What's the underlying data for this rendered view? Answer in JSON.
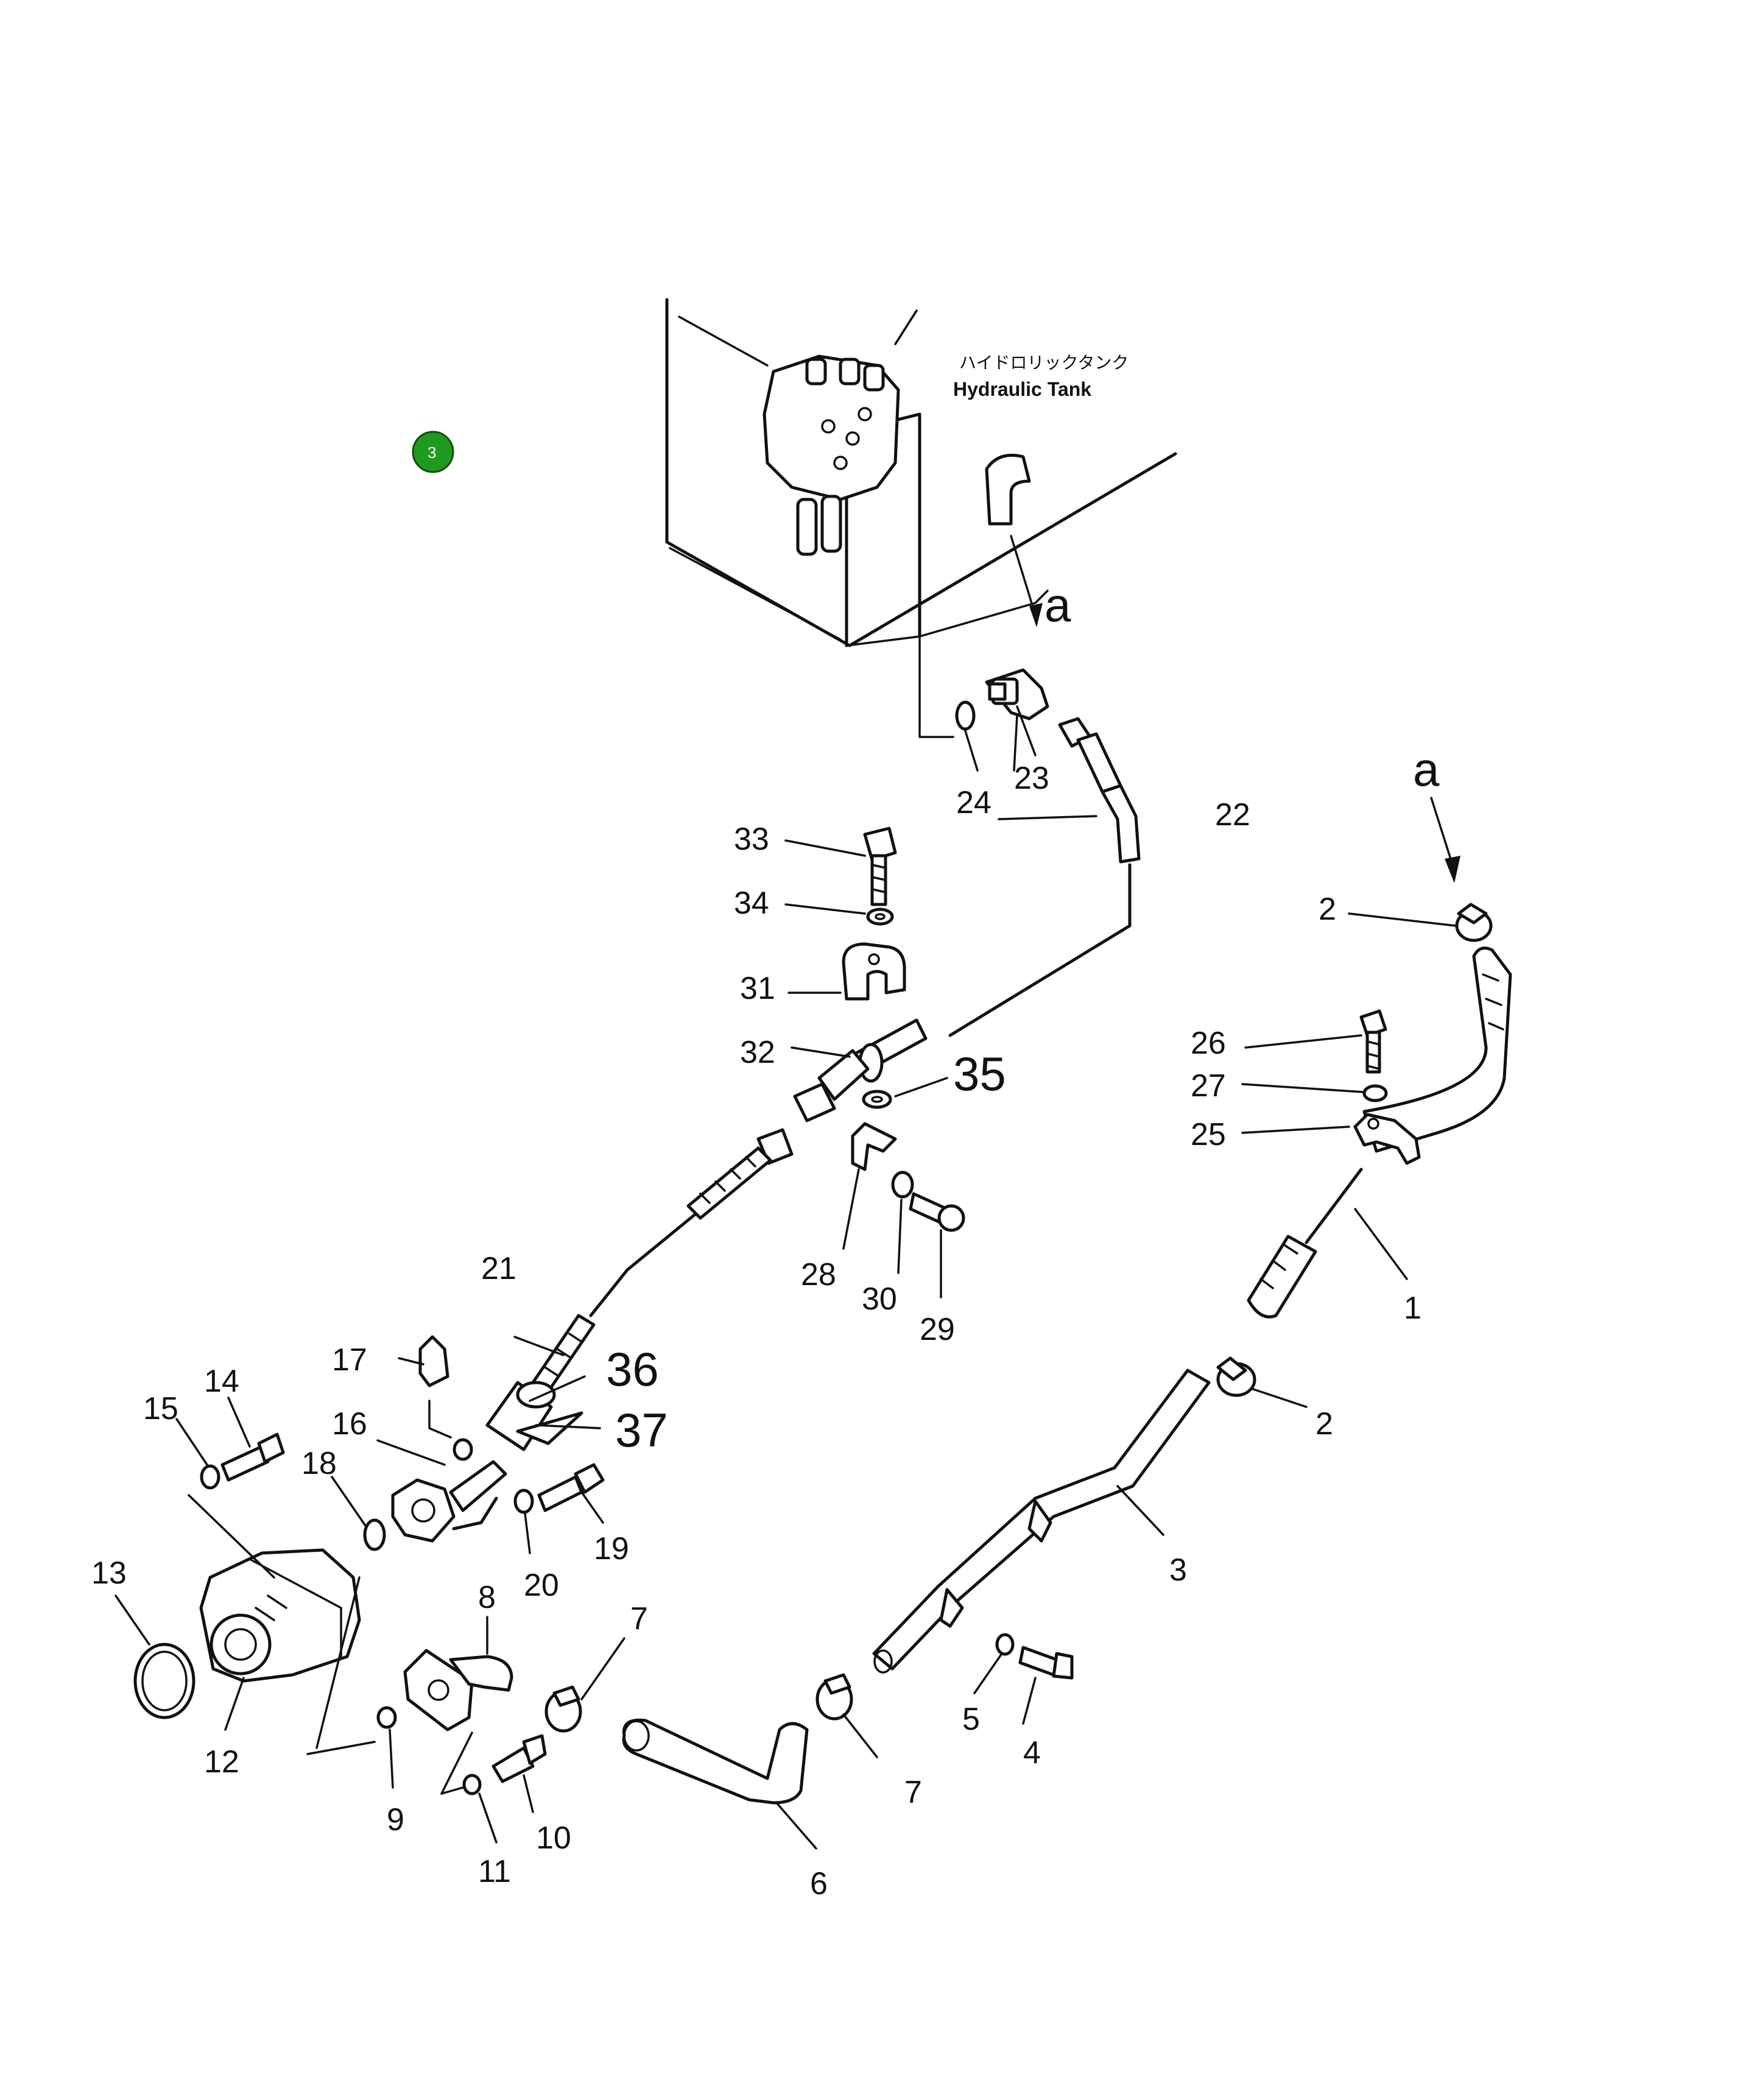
{
  "tank": {
    "label_jp": "ハイドロリックタンク",
    "label_en": "Hydraulic  Tank"
  },
  "view_marks": {
    "upper": "a",
    "lower": "a"
  },
  "badge": {
    "text": "3",
    "color": "#1f9a1f"
  },
  "callouts": {
    "p1": "1",
    "p2a": "2",
    "p2b": "2",
    "p3": "3",
    "p4": "4",
    "p5": "5",
    "p6": "6",
    "p7a": "7",
    "p7b": "7",
    "p8": "8",
    "p9": "9",
    "p10": "10",
    "p11": "11",
    "p12": "12",
    "p13": "13",
    "p14": "14",
    "p15": "15",
    "p16": "16",
    "p17": "17",
    "p18": "18",
    "p19": "19",
    "p20": "20",
    "p21": "21",
    "p22": "22",
    "p23": "23",
    "p24": "24",
    "p25": "25",
    "p26": "26",
    "p27": "27",
    "p28": "28",
    "p29": "29",
    "p30": "30",
    "p31": "31",
    "p32": "32",
    "p33": "33",
    "p34": "34",
    "p35": "35",
    "p36": "36",
    "p37": "37"
  }
}
